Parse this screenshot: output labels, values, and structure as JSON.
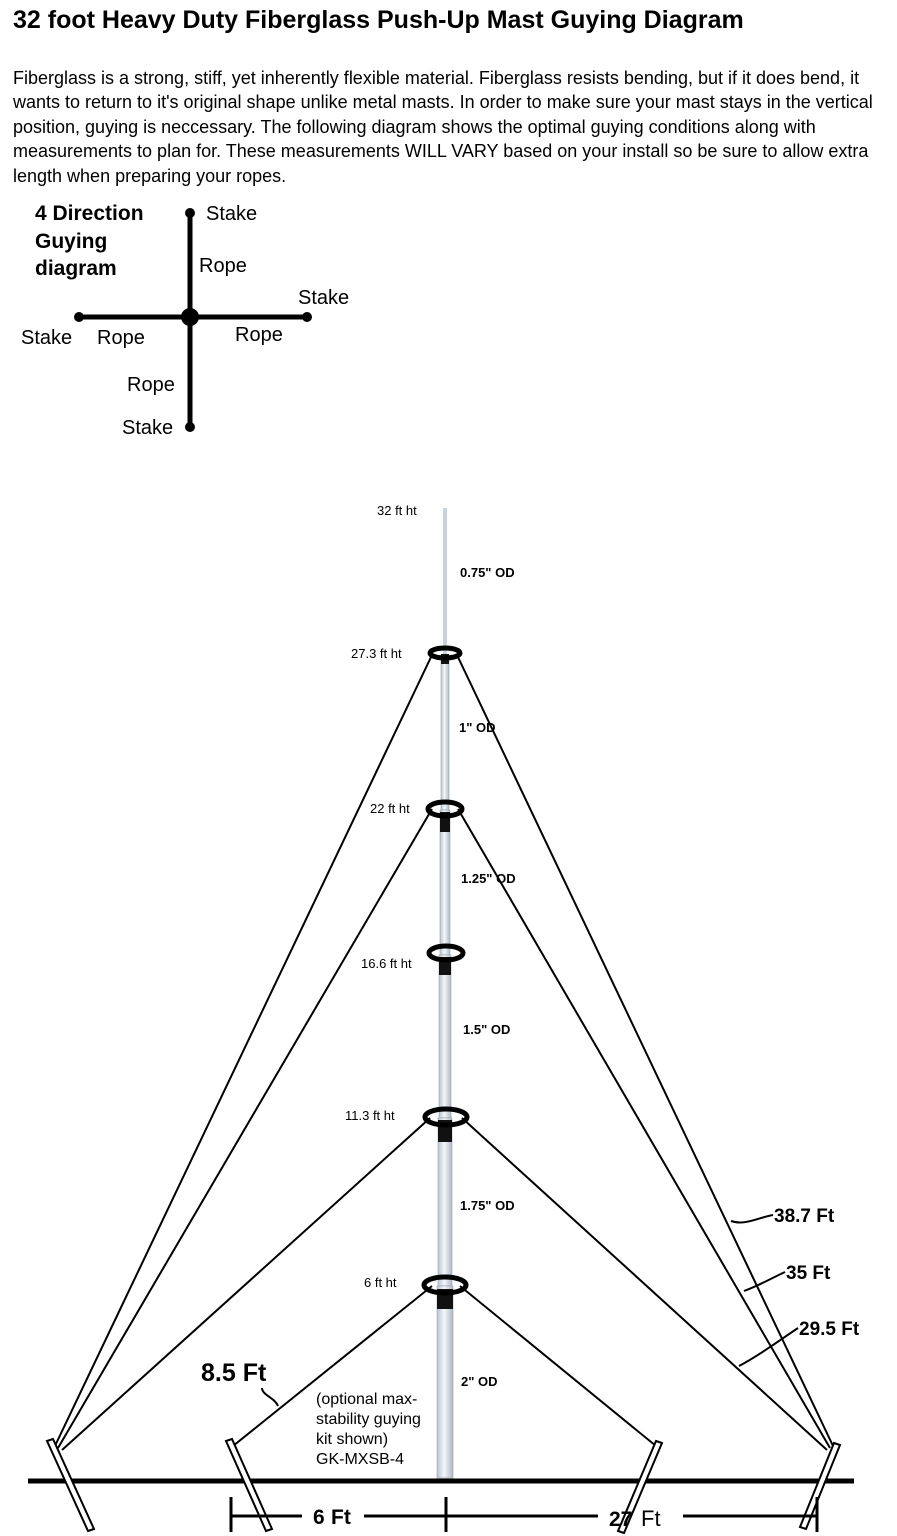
{
  "title": "32 foot Heavy Duty Fiberglass Push-Up Mast Guying Diagram",
  "intro": "Fiberglass is a strong, stiff, yet inherently flexible material. Fiberglass resists bending, but if it does bend, it wants to return to it's original shape unlike metal masts. In order to make sure your mast stays in the vertical position, guying is neccessary. The following diagram shows the optimal guying conditions along with measurements to plan for. These measurements WILL VARY based on your install so be sure to allow extra length when preparing your ropes.",
  "cross_diagram": {
    "title_line1": "4 Direction",
    "title_line2": "Guying",
    "title_line3": "diagram",
    "stake_top": "Stake",
    "rope_top": "Rope",
    "stake_right": "Stake",
    "rope_right": "Rope",
    "stake_left": "Stake",
    "rope_left": "Rope",
    "rope_bottom": "Rope",
    "stake_bottom": "Stake"
  },
  "mast": {
    "heights": [
      {
        "label": "32 ft ht"
      },
      {
        "label": "27.3 ft ht"
      },
      {
        "label": "22 ft ht"
      },
      {
        "label": "16.6 ft ht"
      },
      {
        "label": "11.3 ft ht"
      },
      {
        "label": "6 ft ht"
      }
    ],
    "diameters": [
      {
        "label": "0.75\" OD"
      },
      {
        "label": "1\" OD"
      },
      {
        "label": "1.25\" OD"
      },
      {
        "label": "1.5\" OD"
      },
      {
        "label": "1.75\" OD"
      },
      {
        "label": "2\" OD"
      }
    ]
  },
  "rope_lengths": {
    "long": "38.7 Ft",
    "mid": "35 Ft",
    "short": "29.5 Ft",
    "max_stability": "8.5 Ft"
  },
  "kit_note": {
    "line1": "(optional max-",
    "line2": "stability guying",
    "line3": "kit shown)",
    "line4": "GK-MXSB-4"
  },
  "ground_dimensions": {
    "inner_value": "6",
    "inner_unit": "Ft",
    "outer_value": "27",
    "outer_unit": "Ft"
  },
  "colors": {
    "mast_fill": "#dfe6ee",
    "line": "#000000"
  }
}
